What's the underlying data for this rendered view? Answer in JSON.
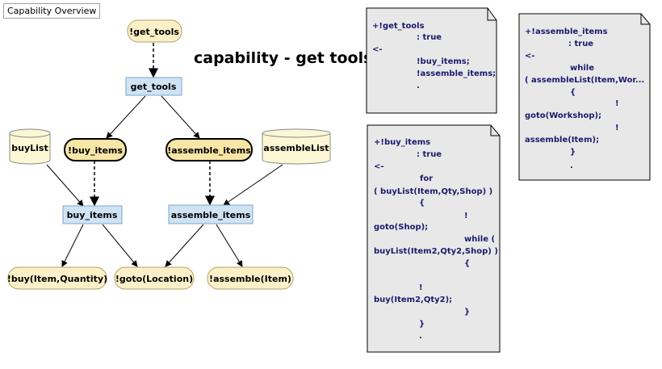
{
  "panel_title": "Capability Overview",
  "heading": "capability - get tools",
  "nodes": {
    "get_tools_goal": "!get_tools",
    "get_tools_plan": "get_tools",
    "buy_items_goal": "!buy_items",
    "assemble_items_goal": "!assemble_items",
    "buy_list": "buyList",
    "assemble_list": "assembleList",
    "buy_items_plan": "buy_items",
    "assemble_items_plan": "assemble_items",
    "buy_action": "!buy(Item,Quantity)",
    "goto_action": "!goto(Location)",
    "assemble_action": "!assemble(Item)"
  },
  "notes": {
    "get_tools": [
      "+!get_tools",
      ": true",
      "<-",
      "!buy_items;",
      "!assemble_items;",
      "."
    ],
    "buy_items": [
      "+!buy_items",
      ": true",
      "<-",
      "for",
      "( buyList(Item,Qty,Shop) )",
      "{",
      "!",
      "goto(Shop);",
      "while (",
      "buyList(Item2,Qty2,Shop) )",
      "{",
      "!",
      "buy(Item2,Qty2);",
      "}",
      "}",
      "."
    ],
    "assemble_items": [
      "+!assemble_items",
      ": true",
      "<-",
      "while",
      "( assembleList(Item,Wor...",
      "{",
      "!",
      "goto(Workshop);",
      "!",
      "assemble(Item);",
      "}",
      "."
    ]
  }
}
